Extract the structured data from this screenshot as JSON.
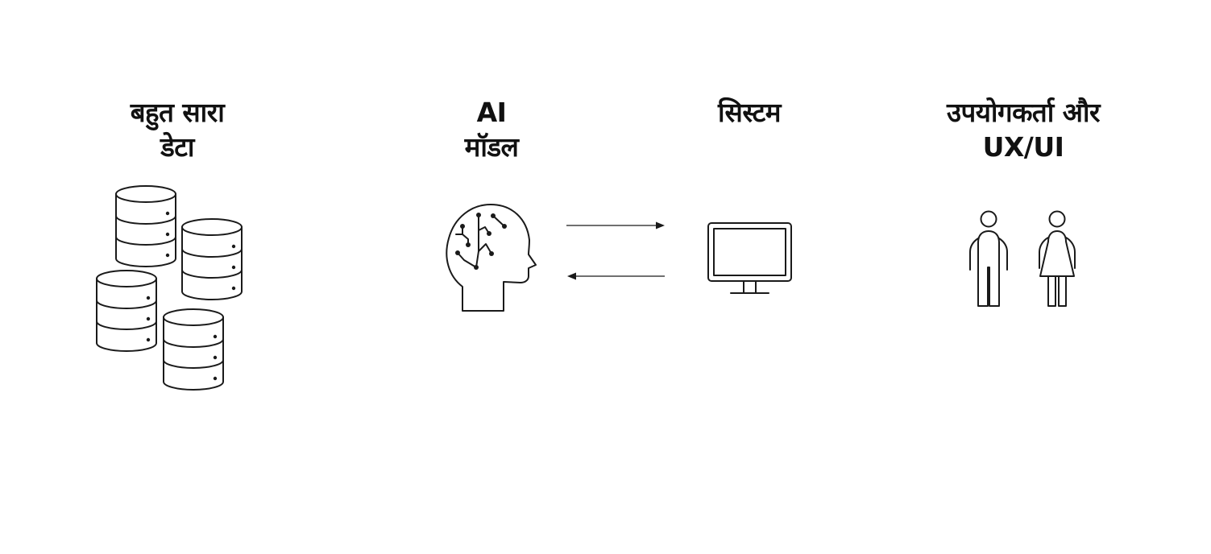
{
  "stages": [
    {
      "id": "data",
      "title_lines": [
        "बहुत सारा",
        "डेटा"
      ],
      "icon": "database-stack-icon"
    },
    {
      "id": "model",
      "title_lines": [
        "AI",
        "मॉडल"
      ],
      "icon": "ai-brain-head-icon"
    },
    {
      "id": "system",
      "title_lines": [
        "सिस्टम"
      ],
      "icon": "computer-monitor-icon"
    },
    {
      "id": "users",
      "title_lines": [
        "उपयोगकर्ता और",
        "UX/UI"
      ],
      "icon": "users-man-woman-icon"
    }
  ],
  "connections": [
    {
      "from": "model",
      "to": "system",
      "icon": "arrow-right-icon"
    },
    {
      "from": "system",
      "to": "model",
      "icon": "arrow-left-icon"
    }
  ],
  "colors": {
    "ink": "#1a1a1a",
    "background": "#ffffff"
  }
}
